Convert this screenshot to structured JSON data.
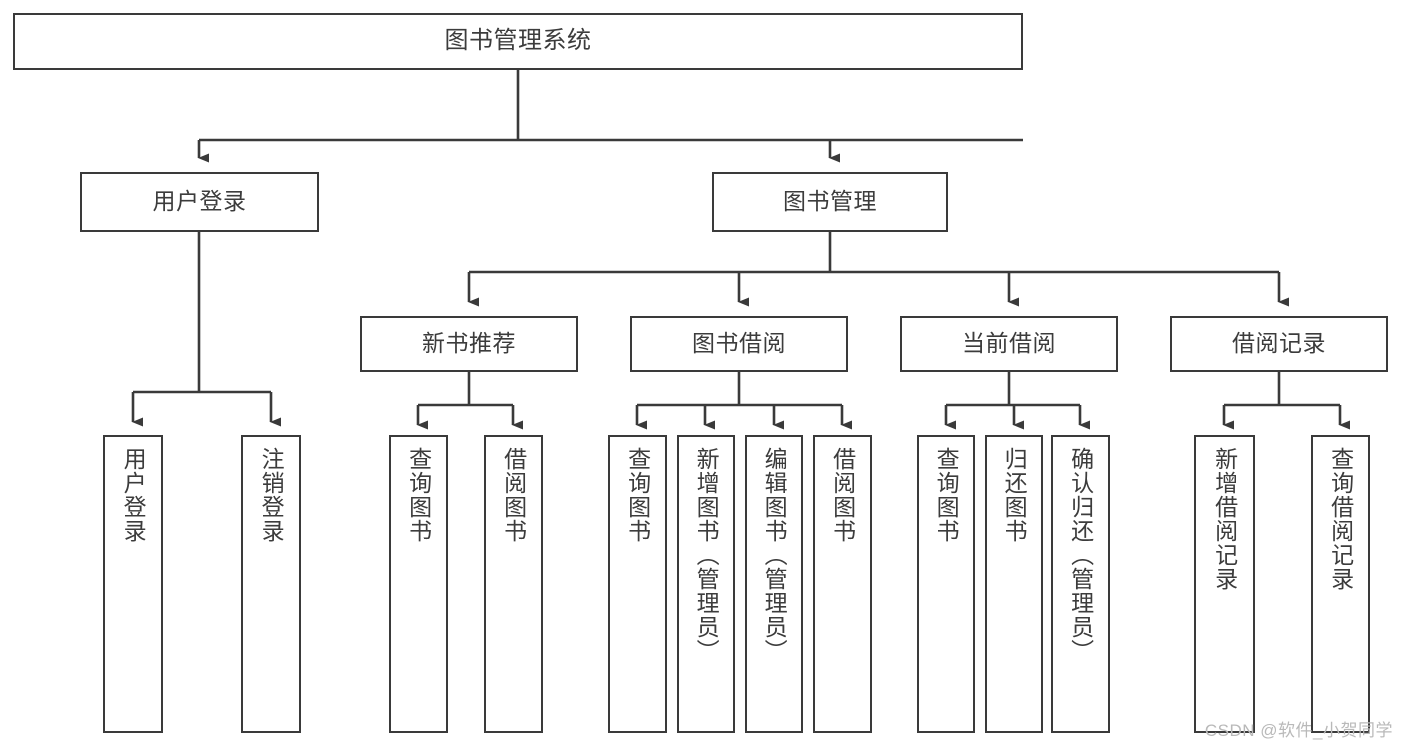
{
  "diagram": {
    "title": "图书管理系统",
    "watermark": "CSDN @软件_小贺同学",
    "colors": {
      "box_border": "#3a3a3a",
      "edge": "#3a3a3a",
      "text": "#3c3c3c",
      "background": "#ffffff",
      "watermark": "#b9b9b9"
    },
    "nodes": {
      "root": {
        "label": "图书管理系统"
      },
      "level1": [
        {
          "id": "user-login",
          "label": "用户登录"
        },
        {
          "id": "book-manage",
          "label": "图书管理"
        }
      ],
      "level2": [
        {
          "id": "new-book-recommend",
          "label": "新书推荐"
        },
        {
          "id": "book-borrow",
          "label": "图书借阅"
        },
        {
          "id": "current-borrow",
          "label": "当前借阅"
        },
        {
          "id": "borrow-record",
          "label": "借阅记录"
        }
      ],
      "leaves": {
        "user-login": [
          {
            "id": "leaf-user-login",
            "label": "用户登录"
          },
          {
            "id": "leaf-logout-login",
            "label": "注销登录"
          }
        ],
        "new-book-recommend": [
          {
            "id": "leaf-query-book-1",
            "label": "查询图书"
          },
          {
            "id": "leaf-borrow-book-1",
            "label": "借阅图书"
          }
        ],
        "book-borrow": [
          {
            "id": "leaf-query-book-2",
            "label": "查询图书"
          },
          {
            "id": "leaf-add-book-admin",
            "label": "新增图书（管理员）"
          },
          {
            "id": "leaf-edit-book-admin",
            "label": "编辑图书（管理员）"
          },
          {
            "id": "leaf-borrow-book-2",
            "label": "借阅图书"
          }
        ],
        "current-borrow": [
          {
            "id": "leaf-query-book-3",
            "label": "查询图书"
          },
          {
            "id": "leaf-return-book",
            "label": "归还图书"
          },
          {
            "id": "leaf-confirm-return-admin",
            "label": "确认归还（管理员）"
          }
        ],
        "borrow-record": [
          {
            "id": "leaf-add-borrow-record",
            "label": "新增借阅记录"
          },
          {
            "id": "leaf-query-borrow-record",
            "label": "查询借阅记录"
          }
        ]
      }
    }
  }
}
